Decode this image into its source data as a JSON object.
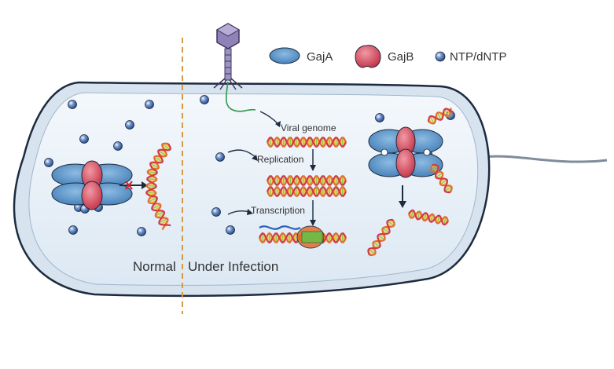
{
  "legend": [
    {
      "icon": "gaja-icon",
      "label": "GajA"
    },
    {
      "icon": "gajb-icon",
      "label": "GajB"
    },
    {
      "icon": "ntp-dntp-icon",
      "label": "NTP/dNTP"
    }
  ],
  "steps": {
    "viral_genome": "Viral genome",
    "replication": "Replication",
    "transcription": "Transcription"
  },
  "sections": {
    "normal": "Normal",
    "infection": "Under Infection"
  },
  "colors": {
    "gaja": "#5b93c6",
    "gajb": "#d0455a",
    "ntp": "#2b4f93",
    "cell_fill": "#e6eff7",
    "cell_stroke": "#1d2b3f",
    "divider": "#d59a43",
    "dna_a": "#e36c2c",
    "dna_b": "#d2384a",
    "dna_rung": "#f1c232",
    "rna": "#2f5fb8",
    "phage": "#8f82b9"
  }
}
